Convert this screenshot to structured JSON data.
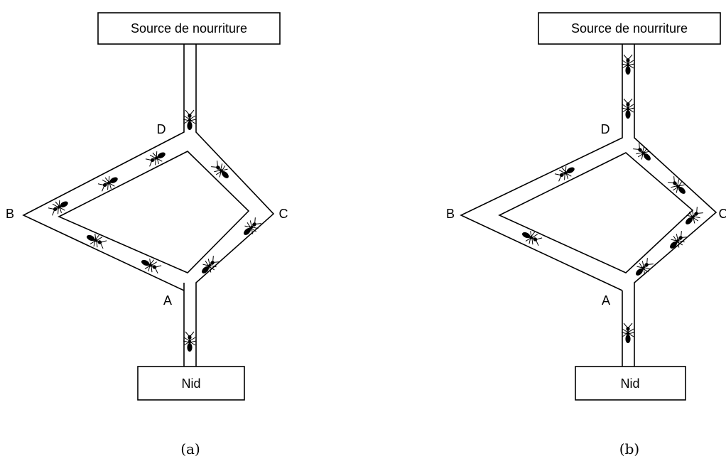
{
  "panels": [
    {
      "id": "a",
      "food_label": "Source de nourriture",
      "nest_label": "Nid",
      "nodes": {
        "A": "A",
        "B": "B",
        "C": "C",
        "D": "D"
      },
      "caption": "(a)"
    },
    {
      "id": "b",
      "food_label": "Source de nourriture",
      "nest_label": "Nid",
      "nodes": {
        "A": "A",
        "B": "B",
        "C": "C",
        "D": "D"
      },
      "caption": "(b)"
    }
  ],
  "icons": {
    "ant": "ant-icon"
  },
  "colors": {
    "stroke": "#000000",
    "background": "#ffffff"
  }
}
